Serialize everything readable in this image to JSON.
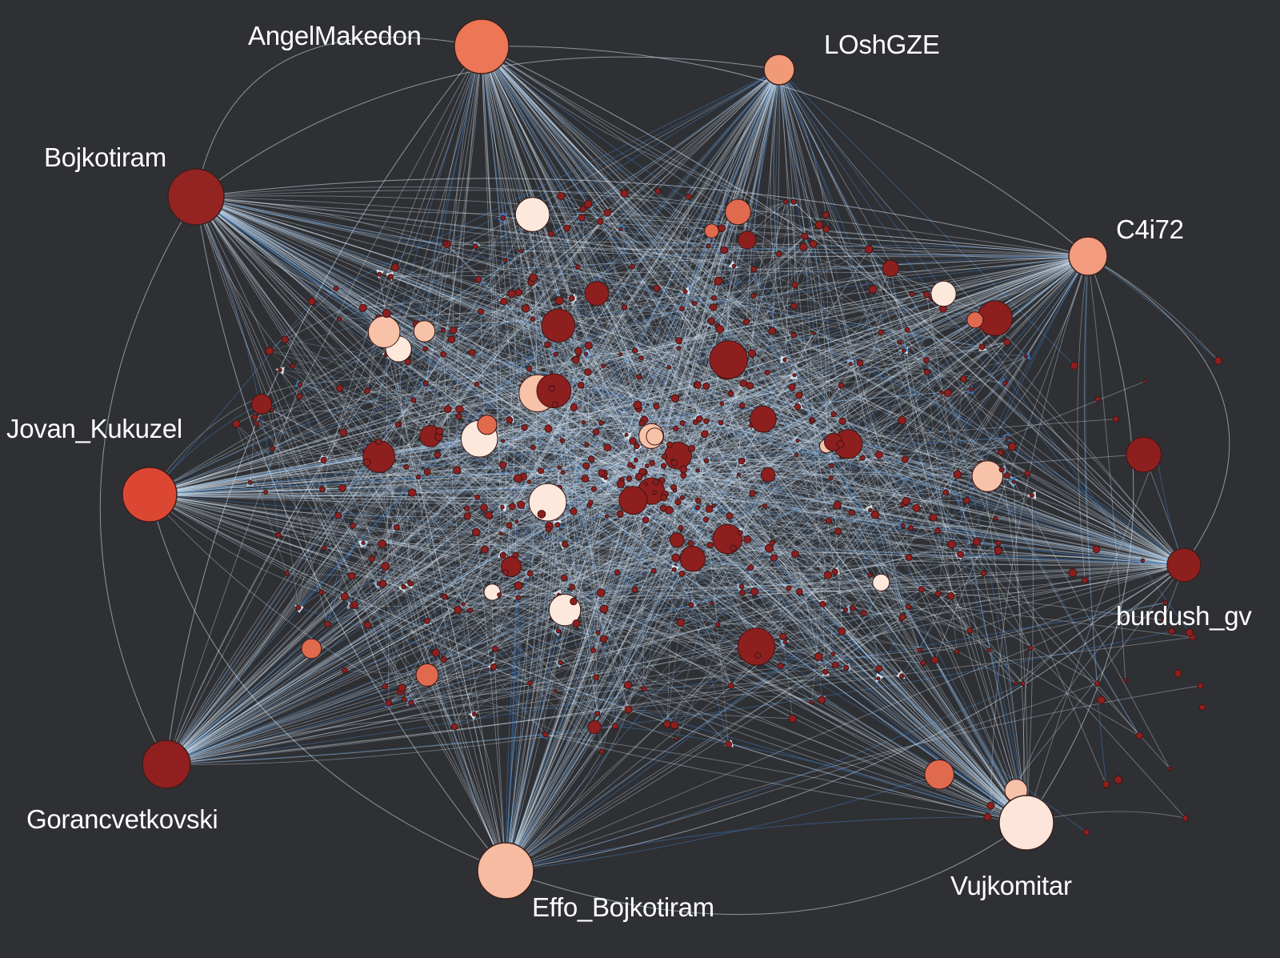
{
  "graph": {
    "hubs": [
      {
        "id": "angelmakedon",
        "label": "AngelMakedon",
        "color": "#ec7656"
      },
      {
        "id": "loshgze",
        "label": "LOshGZE",
        "color": "#f09a78"
      },
      {
        "id": "bojkotiram",
        "label": "Bojkotiram",
        "color": "#932422"
      },
      {
        "id": "c4i72",
        "label": "C4i72",
        "color": "#f29c7d"
      },
      {
        "id": "jovan-kukuzel",
        "label": "Jovan_Kukuzel",
        "color": "#dc4734"
      },
      {
        "id": "burdush-gv",
        "label": "burdush_gv",
        "color": "#8e1f1f"
      },
      {
        "id": "gorancvetkovski",
        "label": "Gorancvetkovski",
        "color": "#921f1f"
      },
      {
        "id": "effo-bojkotiram",
        "label": "Effo_Bojkotiram",
        "color": "#f6bba0"
      },
      {
        "id": "vujkomitar",
        "label": "Vujkomitar",
        "color": "#fde5da"
      }
    ],
    "colors": {
      "background": "#2f3034",
      "edge_light": "#dbe9f7",
      "edge_blue": "#3e7cc0",
      "edge_mid": "#9fc3e6",
      "node_dark": "#8e1f1f",
      "node_mid": "#e06a4e",
      "node_light": "#f7c2a8",
      "node_pale": "#fde8dc"
    }
  }
}
